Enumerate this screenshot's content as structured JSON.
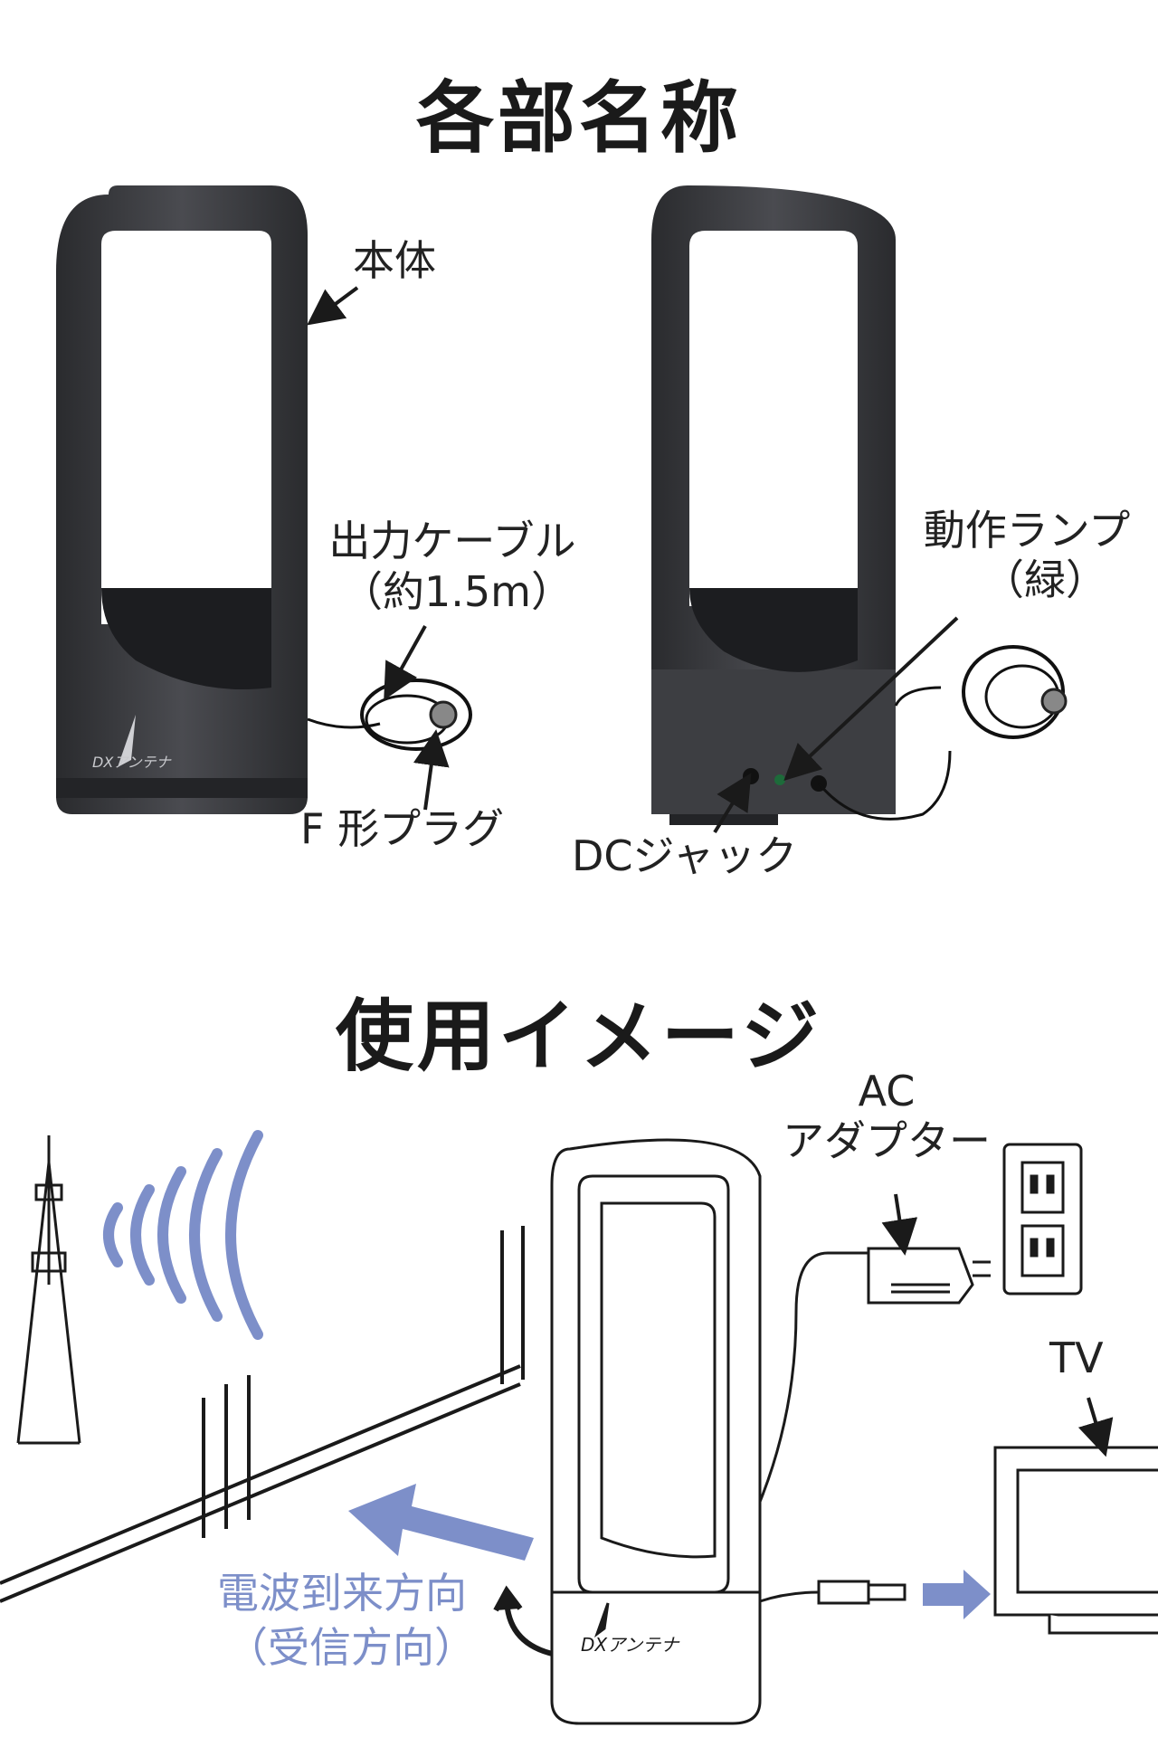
{
  "parts": {
    "title": "各部名称",
    "body_label": "本体",
    "cable_label_line1": "出力ケーブル",
    "cable_label_line2": "（約1.5m）",
    "plug_label": "F 形プラグ",
    "lamp_label_line1": "動作ランプ",
    "lamp_label_line2": "（緑）",
    "dc_label": "DCジャック",
    "logo_text": "DXアンテナ"
  },
  "usage": {
    "title": "使用イメージ",
    "ac_line1": "AC",
    "ac_line2": "アダプター",
    "tv_label": "TV",
    "direction_line1": "電波到来方向",
    "direction_line2": "（受信方向）",
    "logo_text": "DXアンテナ"
  },
  "colors": {
    "device_dark": "#3a3b3f",
    "device_inner": "#ffffff",
    "wave_blue": "#7d8fc9",
    "line": "#1a1a1a"
  }
}
